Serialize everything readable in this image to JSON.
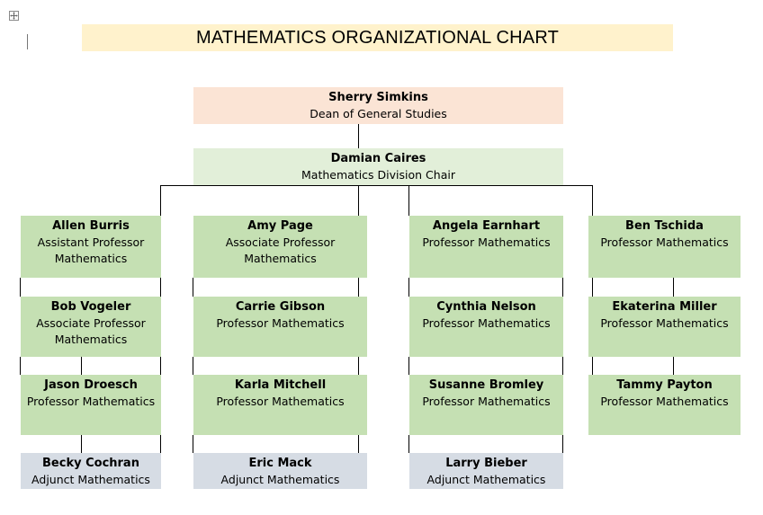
{
  "title": "MATHEMATICS ORGANIZATIONAL CHART",
  "icons": {
    "table_handle": "move-handle-icon"
  },
  "colors": {
    "title_bg": "#fff2cc",
    "dean_bg": "#fbe4d5",
    "chair_bg": "#e2efd9",
    "professor_bg": "#c5e0b3",
    "adjunct_bg": "#d6dce4",
    "connector": "#000000"
  },
  "dean": {
    "name": "Sherry Simkins",
    "role": "Dean of General Studies"
  },
  "chair": {
    "name": "Damian Caires",
    "role": "Mathematics Division Chair"
  },
  "columns": [
    {
      "members": [
        {
          "name": "Allen Burris",
          "role": "Assistant Professor Mathematics"
        },
        {
          "name": "Bob Vogeler",
          "role": "Associate Professor Mathematics"
        },
        {
          "name": "Jason Droesch",
          "role": "Professor Mathematics"
        },
        {
          "name": "Becky Cochran",
          "role": "Adjunct Mathematics"
        }
      ]
    },
    {
      "members": [
        {
          "name": "Amy Page",
          "role": "Associate Professor Mathematics"
        },
        {
          "name": "Carrie Gibson",
          "role": "Professor Mathematics"
        },
        {
          "name": "Karla Mitchell",
          "role": "Professor Mathematics"
        },
        {
          "name": "Eric Mack",
          "role": "Adjunct Mathematics"
        }
      ]
    },
    {
      "members": [
        {
          "name": "Angela Earnhart",
          "role": "Professor Mathematics"
        },
        {
          "name": "Cynthia Nelson",
          "role": "Professor Mathematics"
        },
        {
          "name": "Susanne Bromley",
          "role": "Professor Mathematics"
        },
        {
          "name": "Larry Bieber",
          "role": "Adjunct Mathematics"
        }
      ]
    },
    {
      "members": [
        {
          "name": "Ben Tschida",
          "role": "Professor Mathematics"
        },
        {
          "name": "Ekaterina Miller",
          "role": "Professor Mathematics"
        },
        {
          "name": "Tammy Payton",
          "role": "Professor Mathematics"
        }
      ]
    }
  ]
}
